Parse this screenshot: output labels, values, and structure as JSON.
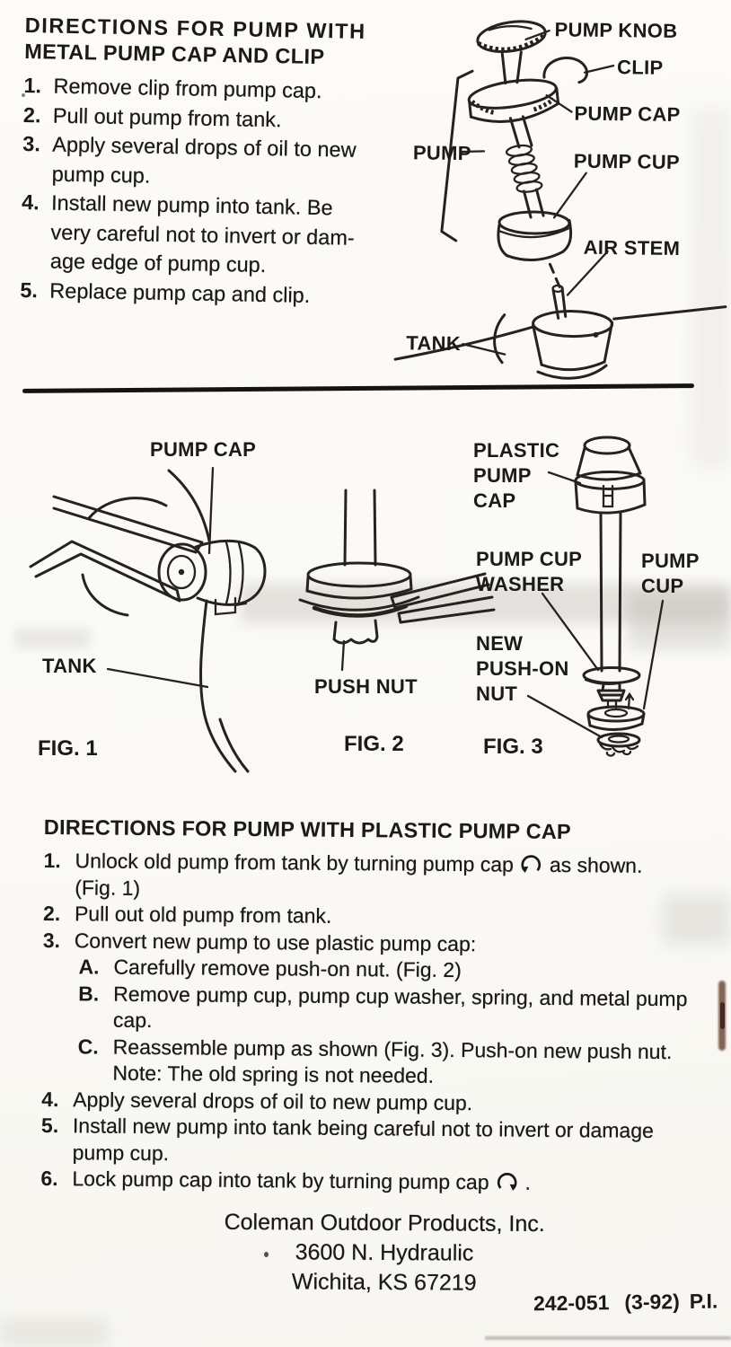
{
  "paper_color": "#fcfbf8",
  "ink_color": "#1c1a17",
  "metal_section": {
    "title_line1": "DIRECTIONS FOR PUMP WITH",
    "title_line2": "METAL PUMP CAP AND CLIP",
    "steps": [
      {
        "num": "1.",
        "lines": [
          "Remove clip from pump cap."
        ]
      },
      {
        "num": "2.",
        "lines": [
          "Pull out pump from tank."
        ]
      },
      {
        "num": "3.",
        "lines": [
          "Apply several drops of oil to new",
          "pump cup."
        ]
      },
      {
        "num": "4.",
        "lines": [
          "Install new pump into tank. Be",
          "very careful not to invert or dam-",
          "age edge of pump cup."
        ]
      },
      {
        "num": "5.",
        "lines": [
          "Replace pump cap and clip."
        ]
      }
    ]
  },
  "pump_diagram": {
    "labels": {
      "pump_knob": "PUMP KNOB",
      "clip": "CLIP",
      "pump_cap": "PUMP CAP",
      "pump": "PUMP",
      "pump_cup": "PUMP CUP",
      "air_stem": "AIR STEM",
      "tank": "TANK"
    }
  },
  "figures": {
    "fig1": {
      "caption": "FIG. 1",
      "labels": {
        "pump_cap": "PUMP CAP",
        "tank": "TANK"
      }
    },
    "fig2": {
      "caption": "FIG. 2",
      "labels": {
        "push_nut": "PUSH NUT"
      }
    },
    "fig3": {
      "caption": "FIG. 3",
      "labels": {
        "plastic_pump_cap": [
          "PLASTIC",
          "PUMP",
          "CAP"
        ],
        "pump_cup_washer": [
          "PUMP CUP",
          "WASHER"
        ],
        "pump_cup": [
          "PUMP",
          "CUP"
        ],
        "new_push_on_nut": [
          "NEW",
          "PUSH-ON",
          "NUT"
        ]
      }
    }
  },
  "plastic_section": {
    "title": "DIRECTIONS FOR PUMP WITH PLASTIC PUMP CAP",
    "steps": [
      {
        "num": "1.",
        "pre": "Unlock old pump from tank by turning pump cap",
        "post": "as shown.",
        "line2": "(Fig. 1)"
      },
      {
        "num": "2.",
        "text": "Pull out old pump from tank."
      },
      {
        "num": "3.",
        "text": "Convert new pump to use plastic pump cap:"
      },
      {
        "num": "4.",
        "text": "Apply several drops of oil to new pump cup."
      },
      {
        "num": "5.",
        "lines": [
          "Install new pump into tank being careful not to invert or damage",
          "pump cup."
        ]
      },
      {
        "num": "6.",
        "pre": "Lock pump cap into tank by turning pump cap",
        "post": "."
      }
    ],
    "substeps": [
      {
        "letter": "A.",
        "lines": [
          "Carefully remove push-on nut. (Fig. 2)"
        ]
      },
      {
        "letter": "B.",
        "lines": [
          "Remove pump cup, pump cup washer, spring, and metal pump",
          "cap."
        ]
      },
      {
        "letter": "C.",
        "lines": [
          "Reassemble pump as shown (Fig. 3). Push-on new push nut.",
          "Note: The old spring is not needed."
        ]
      }
    ]
  },
  "icons": {
    "rotate_ccw": "ccw-rotate",
    "rotate_cw": "cw-rotate"
  },
  "footer": {
    "company": "Coleman Outdoor Products, Inc.",
    "address_line1": "3600 N. Hydraulic",
    "address_line2": "Wichita, KS 67219",
    "form_code": "242-051",
    "form_date": "(3-92)",
    "form_suffix": "P.I."
  }
}
